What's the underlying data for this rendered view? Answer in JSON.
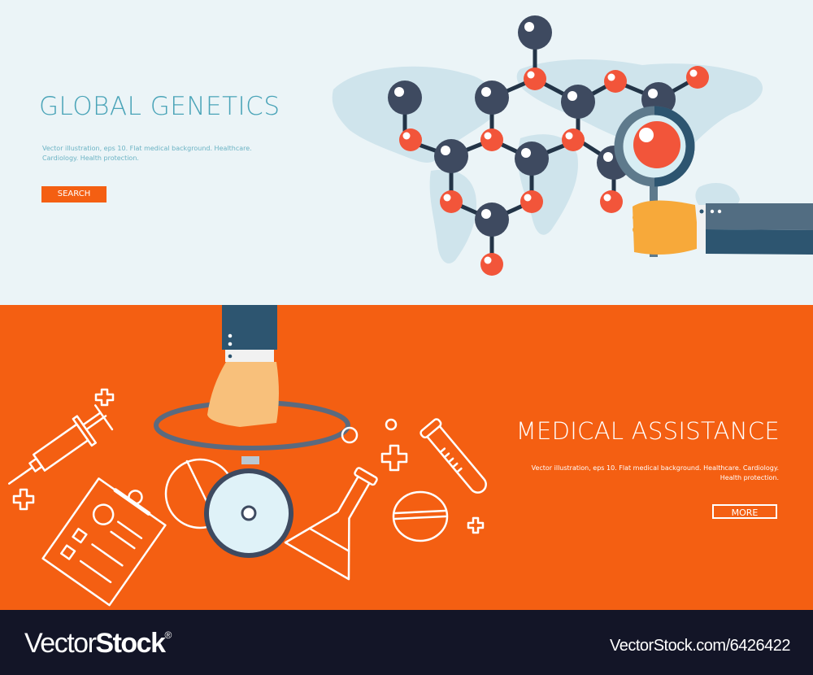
{
  "top_banner": {
    "title": "GLOBAL GENETICS",
    "description": "Vector illustration, eps 10. Flat medical background. Healthcare. Cardiology. Health protection.",
    "button_label": "SEARCH",
    "illustration": [
      "world-map-icon",
      "molecule-icon",
      "magnifying-glass-icon",
      "hand-icon"
    ]
  },
  "middle_banner": {
    "title": "MEDICAL ASSISTANCE",
    "description": "Vector illustration, eps 10. Flat medical background. Healthcare. Cardiology. Health protection.",
    "button_label": "MORE",
    "illustration": [
      "syringe-icon",
      "clipboard-icon",
      "pill-icon",
      "head-mirror-icon",
      "flask-icon",
      "test-tube-icon",
      "plus-icon"
    ]
  },
  "footer": {
    "logo_light": "Vector",
    "logo_bold": "Stock",
    "logo_mark": "®",
    "image_id": "VectorStock.com/6426422"
  },
  "colors": {
    "sky": "#ebf4f7",
    "teal": "#4aa4b8",
    "orange": "#f45f12",
    "navy": "#3e4a60",
    "atom_red": "#f2553a",
    "footer": "#131527"
  }
}
